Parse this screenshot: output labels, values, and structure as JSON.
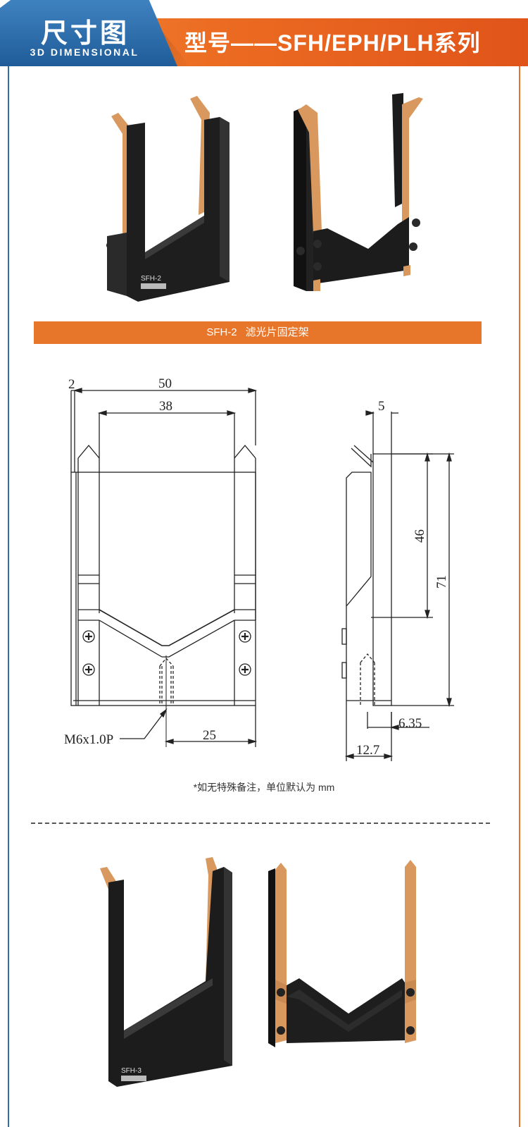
{
  "header": {
    "tab_title": "尺寸图",
    "tab_subtitle": "3D DIMENSIONAL",
    "title": "型号——SFH/EPH/PLH系列"
  },
  "section1": {
    "caption_model": "SFH-2",
    "caption_name": "滤光片固定架",
    "product_engraving": "SFH-2"
  },
  "drawing": {
    "dim_total_width": "50",
    "dim_slot_width": "38",
    "dim_plate_offset": "2",
    "dim_thread": "M6x1.0P",
    "dim_thread_position": "25",
    "dim_side_top": "5",
    "dim_slot_depth": "46",
    "dim_total_height": "71",
    "dim_thread_offset": "6.35",
    "dim_base_depth": "12.7"
  },
  "note": "*如无特殊备注，单位默认为 mm",
  "section2": {
    "product_engraving": "SFH-3"
  },
  "colors": {
    "blue": "#1f5c99",
    "orange": "#e7762a",
    "black_anodized": "#1c1c1c",
    "copper": "#d8985e"
  }
}
